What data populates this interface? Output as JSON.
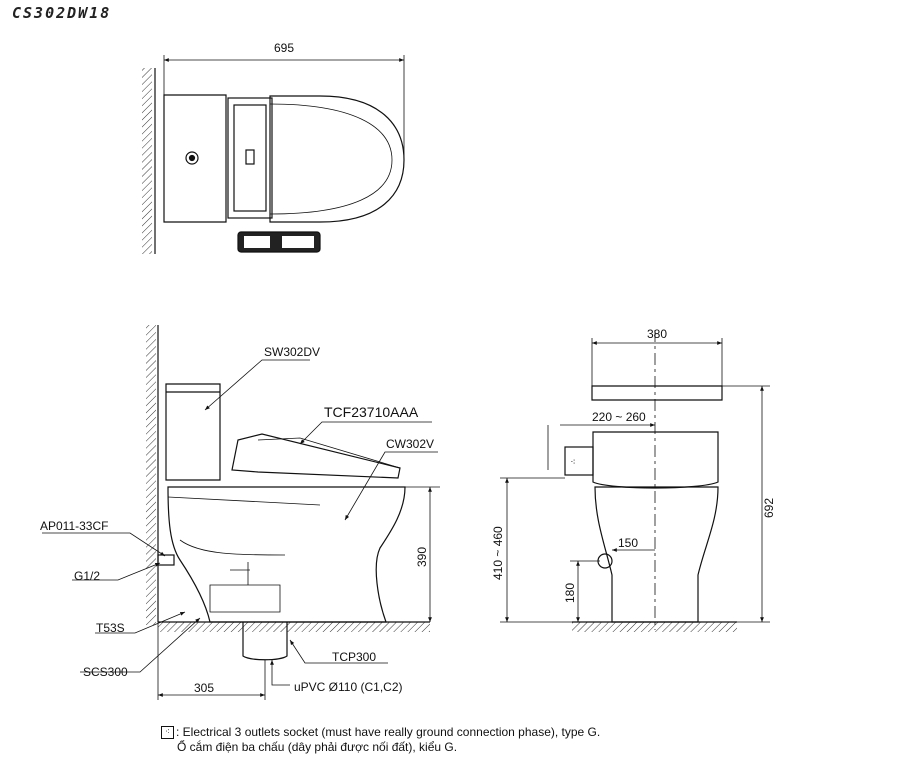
{
  "model": "CS302DW18",
  "top_view": {
    "width_dim": "695"
  },
  "side_view": {
    "parts": {
      "tank": "SW302DV",
      "seat": "TCF23710AAA",
      "bowl": "CW302V",
      "angle_valve": "AP011-33CF",
      "thread": "G1/2",
      "hose": "T53S",
      "screw": "SCS300",
      "flange": "TCP300"
    },
    "dims": {
      "rough_in": "305",
      "seat_height": "390"
    },
    "pipe": "uPVC Ø110 (C1,C2)"
  },
  "front_view": {
    "dims": {
      "width": "380",
      "socket_offset": "220 ~ 260",
      "height": "692",
      "socket_height": "410 ~ 460",
      "supply_offset": "150",
      "supply_height": "180"
    }
  },
  "note": {
    "icon": "socket-icon",
    "line1": ": Electrical 3 outlets socket (must have really ground connection phase), type G.",
    "line2": "Ổ cắm điện ba chấu (dây phải được nối đất), kiểu G."
  }
}
